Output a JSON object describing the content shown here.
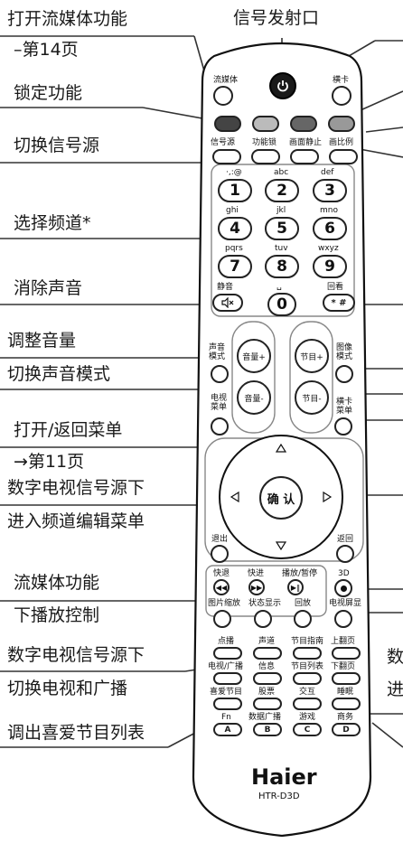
{
  "annotations": {
    "signal_port": "信号发射口",
    "streaming": "打开流媒体功能",
    "streaming_page": "–第14页",
    "lock": "锁定功能",
    "switch_source": "切换信号源",
    "select_channel": "选择频道*",
    "mute": "消除声音",
    "volume": "调整音量",
    "sound_mode": "切换声音模式",
    "menu": "打开/返回菜单",
    "menu_page": "→第11页",
    "dtv_edit_1": "数字电视信号源下",
    "dtv_edit_2": "进入频道编辑菜单",
    "stream_ctrl_1": "流媒体功能",
    "stream_ctrl_2": "下播放控制",
    "dtv_radio_1": "数字电视信号源下",
    "dtv_radio_2": "切换电视和广播",
    "favorites": "调出喜爱节目列表",
    "right_partial_1": "数",
    "right_partial_2": "进"
  },
  "remote": {
    "top": {
      "streaming": "流媒体",
      "card": "横卡"
    },
    "row2": {
      "source": "信号源",
      "lock": "功能锁",
      "freeze": "画面静止",
      "ratio": "画比例"
    },
    "digits": [
      {
        "sub": "·,:@",
        "key": "1"
      },
      {
        "sub": "abc",
        "key": "2"
      },
      {
        "sub": "def",
        "key": "3"
      },
      {
        "sub": "ghi",
        "key": "4"
      },
      {
        "sub": "jkl",
        "key": "5"
      },
      {
        "sub": "mno",
        "key": "6"
      },
      {
        "sub": "pqrs",
        "key": "7"
      },
      {
        "sub": "tuv",
        "key": "8"
      },
      {
        "sub": "wxyz",
        "key": "9"
      }
    ],
    "zero": {
      "sub": "␣",
      "key": "0"
    },
    "mute_label": "静音",
    "back_label": "回看",
    "back_key": "* #",
    "sound_mode": "声音模式",
    "vol_up": "音量+",
    "vol_down": "音量-",
    "ch_up": "节目+",
    "ch_down": "节目-",
    "pic_mode": "图像模式",
    "tv_menu": "电视菜单",
    "card_menu": "横卡菜单",
    "ok": "确 认",
    "exit": "退出",
    "return": "返回",
    "rew": "快退",
    "ff": "快进",
    "play": "播放/暂停",
    "three_d": "3D",
    "pic_zoom": "图片缩放",
    "status": "状态显示",
    "replay": "回放",
    "tv_display": "电视屏显",
    "r1": [
      "点播",
      "声道",
      "节目指南",
      "上翻页"
    ],
    "r2": [
      "电视/广播",
      "信息",
      "节目列表",
      "下翻页"
    ],
    "r3": [
      "喜爱节目",
      "股票",
      "交互",
      "睡眠"
    ],
    "fn": [
      {
        "top": "Fn",
        "key": "A"
      },
      {
        "top": "数据广播",
        "key": "B"
      },
      {
        "top": "游戏",
        "key": "C"
      },
      {
        "top": "商务",
        "key": "D"
      }
    ],
    "brand": "Haier",
    "model": "HTR-D3D"
  }
}
